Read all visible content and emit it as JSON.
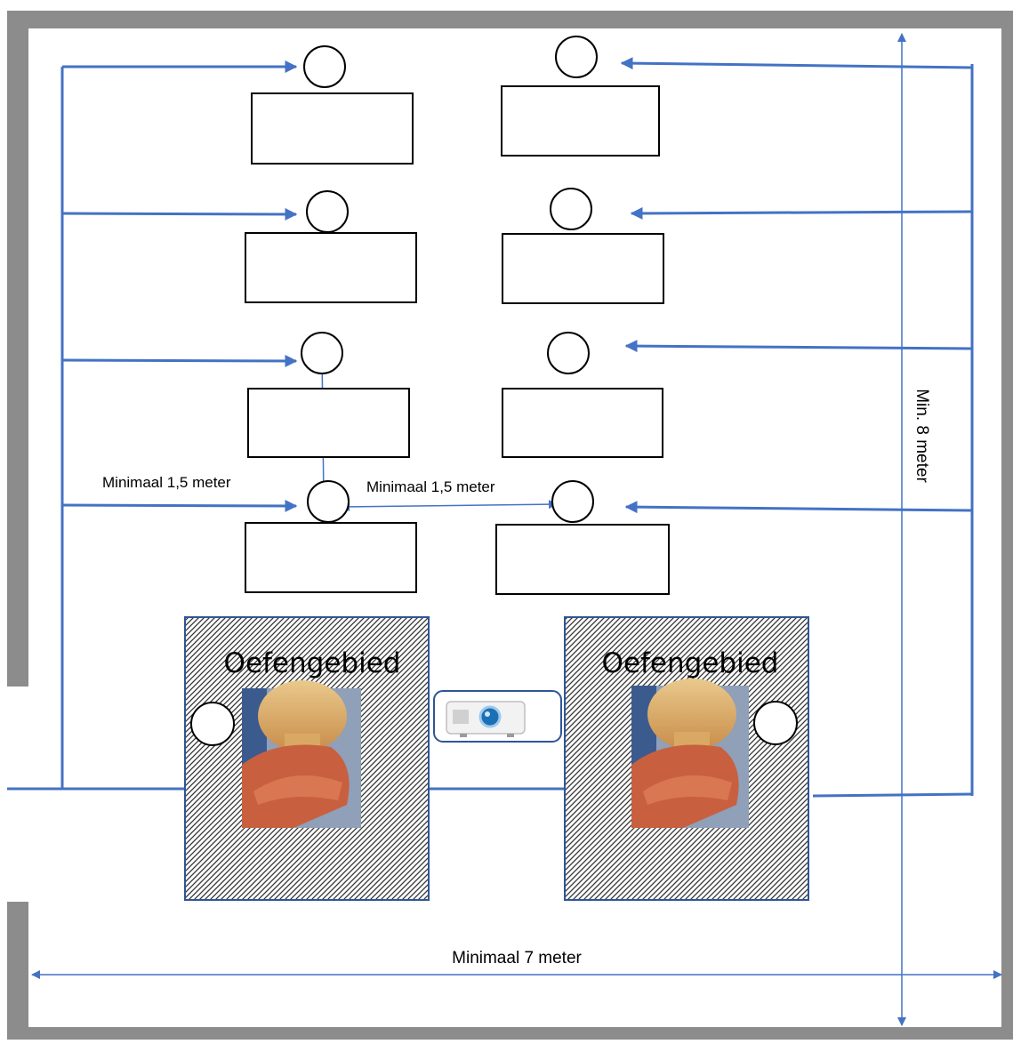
{
  "labels": {
    "spacing_left": "Minimaal 1,5 meter",
    "spacing_middle": "Minimaal 1,5 meter",
    "width": "Minimaal 7 meter",
    "depth": "Min. 8 meter"
  },
  "practice_areas": [
    {
      "label": "Oefengebied"
    },
    {
      "label": "Oefengebied"
    }
  ],
  "colors": {
    "wall": "#8c8c8c",
    "arrow": "#4472c4",
    "area_border": "#2f5597",
    "outline": "#000000"
  },
  "icons": {
    "projector": "projector-icon",
    "manikin": "cpr-manikin-photo"
  }
}
